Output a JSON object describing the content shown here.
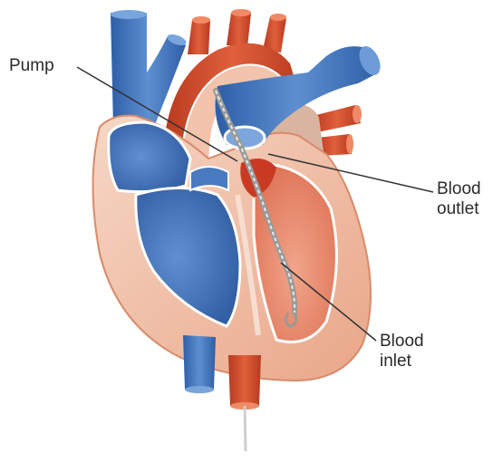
{
  "labels": {
    "pump": "Pump",
    "outlet_line1": "Blood",
    "outlet_line2": "outlet",
    "inlet_line1": "Blood",
    "inlet_line2": "inlet"
  },
  "colors": {
    "vein_blue": "#3f71b8",
    "vein_blue_light": "#6f9bd6",
    "artery_red": "#cc4a2a",
    "myocardium": "#f3c6ae",
    "myocardium_dark": "#e49a7a",
    "chamber_red": "#e58b70",
    "leader_line": "#333333"
  }
}
